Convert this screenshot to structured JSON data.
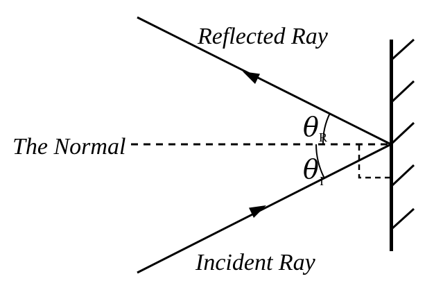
{
  "figure": {
    "type": "ray-diagram-reflection",
    "labels": {
      "reflected_ray": "Reflected Ray",
      "the_normal": "The Normal",
      "incident_ray": "Incident Ray"
    },
    "angles": {
      "reflection": {
        "symbol": "θ",
        "subscript": "R"
      },
      "incidence": {
        "symbol": "θ",
        "subscript": "I"
      }
    },
    "colors": {
      "ink": "#000000",
      "background": "#ffffff"
    }
  }
}
